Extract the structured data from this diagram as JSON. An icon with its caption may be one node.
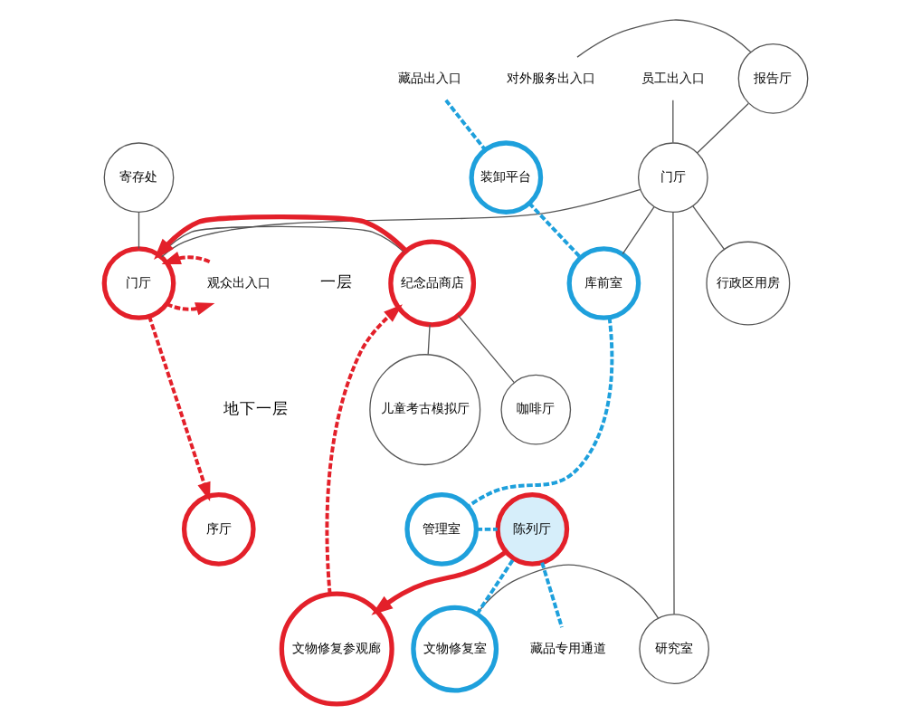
{
  "diagram": {
    "nodes": [
      {
        "text": [
          "报告厅"
        ]
      },
      {
        "text": [
          "门厅"
        ]
      },
      {
        "text": [
          "寄存处"
        ]
      },
      {
        "text": [
          "门厅"
        ]
      },
      {
        "text": [
          "纪念品商店"
        ]
      },
      {
        "text": [
          "装卸平台"
        ]
      },
      {
        "text": [
          "行政区用房"
        ]
      },
      {
        "text": [
          "库前室"
        ]
      },
      {
        "text": [
          "咖啡厅"
        ]
      },
      {
        "text": [
          "儿童考古模拟厅"
        ]
      },
      {
        "text": [
          "文物修复参观廊"
        ]
      },
      {
        "text": [
          "文物修复室"
        ]
      },
      {
        "text": [
          "研究室"
        ]
      },
      {
        "text": [
          "序厅"
        ]
      },
      {
        "text": [
          "陈列厅"
        ]
      },
      {
        "text": [
          "管理室"
        ]
      },
      {
        "text": [
          "对外服务出入口"
        ]
      },
      {
        "text": [
          "员工出入口"
        ]
      },
      {
        "text": [
          "藏品出入口"
        ]
      },
      {
        "text": [
          "观众出入口"
        ]
      },
      {
        "text": [
          "藏品专用通道"
        ]
      }
    ],
    "edges": [
      {
        "from": 16,
        "to": 0,
        "arrow": "none"
      },
      {
        "from": 0,
        "to": 1,
        "arrow": "none"
      },
      {
        "from": 17,
        "to": 1,
        "arrow": "none"
      },
      {
        "from": 1,
        "to": 3,
        "arrow": "none"
      },
      {
        "from": 2,
        "to": 3,
        "arrow": "none"
      },
      {
        "from": 1,
        "to": 6,
        "arrow": "none"
      },
      {
        "from": 1,
        "to": 7,
        "arrow": "none"
      },
      {
        "from": 1,
        "to": 12,
        "arrow": "none"
      },
      {
        "from": 11,
        "to": 12,
        "arrow": "none"
      },
      {
        "from": 4,
        "to": 8,
        "arrow": "none"
      },
      {
        "from": 4,
        "to": 9,
        "arrow": "none"
      },
      {
        "from": 3,
        "to": 4,
        "arrow": "none"
      },
      {
        "from": 4,
        "to": 3,
        "arrow": "to",
        "style": "thick",
        "color": "#e3202a"
      },
      {
        "from": 3,
        "to": 19,
        "arrow": "to",
        "style": "dashed",
        "color": "#e3202a"
      },
      {
        "from": 19,
        "to": 3,
        "arrow": "to",
        "style": "dashed",
        "color": "#e3202a"
      },
      {
        "from": 3,
        "to": 13,
        "arrow": "to",
        "style": "dashed",
        "color": "#e3202a"
      },
      {
        "from": 14,
        "to": 10,
        "arrow": "to",
        "style": "thick",
        "color": "#e3202a"
      },
      {
        "from": 10,
        "to": 4,
        "arrow": "to",
        "style": "dashed",
        "color": "#e3202a"
      },
      {
        "from": 18,
        "to": 5,
        "arrow": "none",
        "style": "dashed",
        "color": "#1ea0dc"
      },
      {
        "from": 5,
        "to": 7,
        "arrow": "none",
        "style": "dashed",
        "color": "#1ea0dc"
      },
      {
        "from": 7,
        "to": 15,
        "arrow": "none",
        "style": "dashed",
        "color": "#1ea0dc"
      },
      {
        "from": 11,
        "to": 14,
        "arrow": "none",
        "style": "dashed",
        "color": "#1ea0dc"
      },
      {
        "from": 15,
        "to": 14,
        "arrow": "none",
        "style": "dashed",
        "color": "#1ea0dc"
      },
      {
        "from": 14,
        "to": 20,
        "arrow": "none",
        "style": "dashed",
        "color": "#1ea0dc"
      }
    ],
    "labels": [
      "一层",
      "地下一层"
    ]
  }
}
